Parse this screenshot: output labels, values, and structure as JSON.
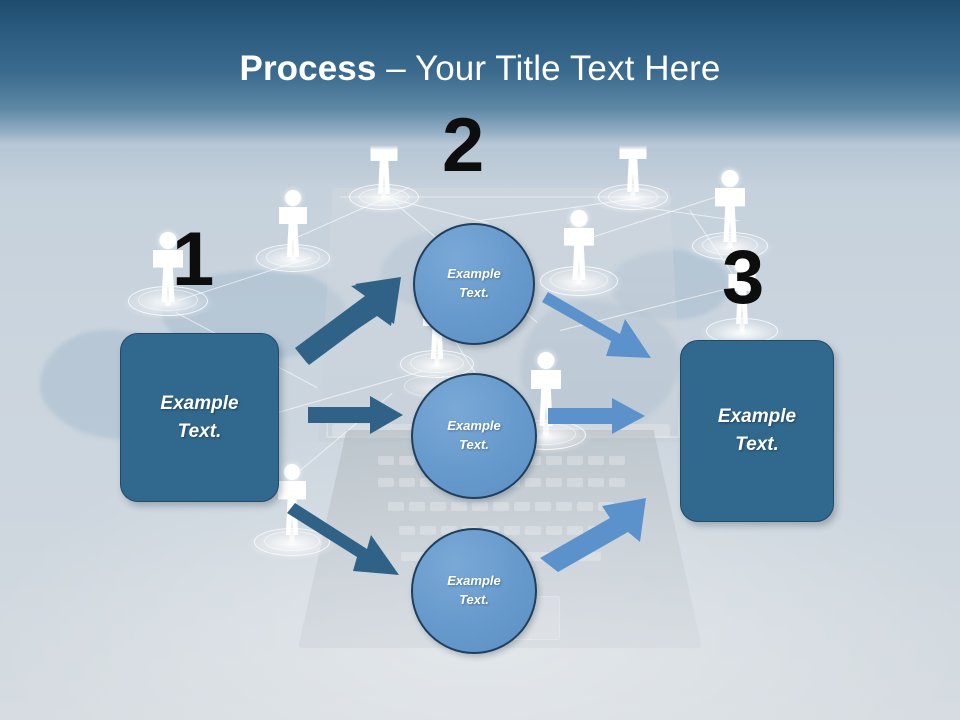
{
  "slide": {
    "title_bold": "Process",
    "title_dash": " – ",
    "title_rest": "Your Title Text Here",
    "background_description": "network-of-people-over-laptop"
  },
  "theme": {
    "header_dark": "#1d4c6e",
    "header_mid": "#3a6a8d",
    "body_bg": "#cbd5de",
    "box_fill": "#31688d",
    "box_border": "#214a68",
    "circle_fill": "#6699cc",
    "circle_border": "#1f3f5c",
    "arrow_dark": "#2f6286",
    "arrow_light": "#5b92cc",
    "number_color": "#0d0d0d",
    "text_on_shape": "#ffffff"
  },
  "steps": [
    {
      "number": "1",
      "label": "Example\nText.",
      "shape": "rounded-box",
      "side": "left"
    },
    {
      "number": "2",
      "label": "Example\nText.",
      "shape": "circle",
      "side": "middle"
    },
    {
      "number": "3",
      "label": "Example\nText.",
      "shape": "rounded-box",
      "side": "right"
    }
  ],
  "left_box": {
    "line1": "Example",
    "line2": "Text.",
    "number": "1"
  },
  "right_box": {
    "line1": "Example",
    "line2": "Text.",
    "number": "3"
  },
  "middle": {
    "number": "2",
    "circles": [
      {
        "id": "top",
        "line1": "Example",
        "line2": "Text."
      },
      {
        "id": "middle",
        "line1": "Example",
        "line2": "Text."
      },
      {
        "id": "bottom",
        "line1": "Example",
        "line2": "Text."
      }
    ]
  },
  "arrows": [
    {
      "id": "left-to-top",
      "direction": "up-right",
      "color": "#2f6286"
    },
    {
      "id": "left-to-middle",
      "direction": "right",
      "color": "#2f6286"
    },
    {
      "id": "left-to-bottom",
      "direction": "down-right",
      "color": "#2f6286"
    },
    {
      "id": "top-to-right",
      "direction": "down-right",
      "color": "#5b92cc"
    },
    {
      "id": "middle-to-right",
      "direction": "right",
      "color": "#5b92cc"
    },
    {
      "id": "bottom-to-right",
      "direction": "up-right",
      "color": "#5b92cc"
    }
  ]
}
